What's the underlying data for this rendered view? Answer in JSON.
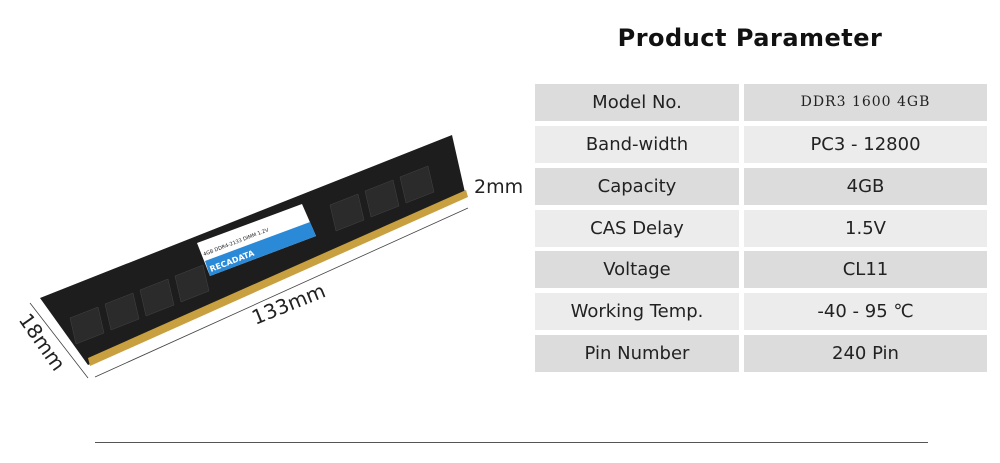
{
  "title": "Product Parameter",
  "parameters": [
    {
      "label": "Model No.",
      "value": "DDR3  1600  4GB"
    },
    {
      "label": "Band-width",
      "value": "PC3 - 12800"
    },
    {
      "label": "Capacity",
      "value": "4GB"
    },
    {
      "label": "CAS Delay",
      "value": "1.5V"
    },
    {
      "label": "Voltage",
      "value": "CL11"
    },
    {
      "label": "Working Temp.",
      "value": "-40 - 95 ℃"
    },
    {
      "label": "Pin Number",
      "value": "240 Pin"
    }
  ],
  "dimensions": {
    "length": "133mm",
    "height": "18mm",
    "thickness": "2mm"
  },
  "module_label": {
    "brand": "RECADATA",
    "spec": "4GB DDR4-2133 DIMM 1.2V"
  },
  "colors": {
    "row_dark": "#dcdcdc",
    "row_light": "#ececec",
    "label_blue": "#2a8ad8",
    "pcb": "#1e1e1e",
    "contacts": "#c8a040"
  }
}
